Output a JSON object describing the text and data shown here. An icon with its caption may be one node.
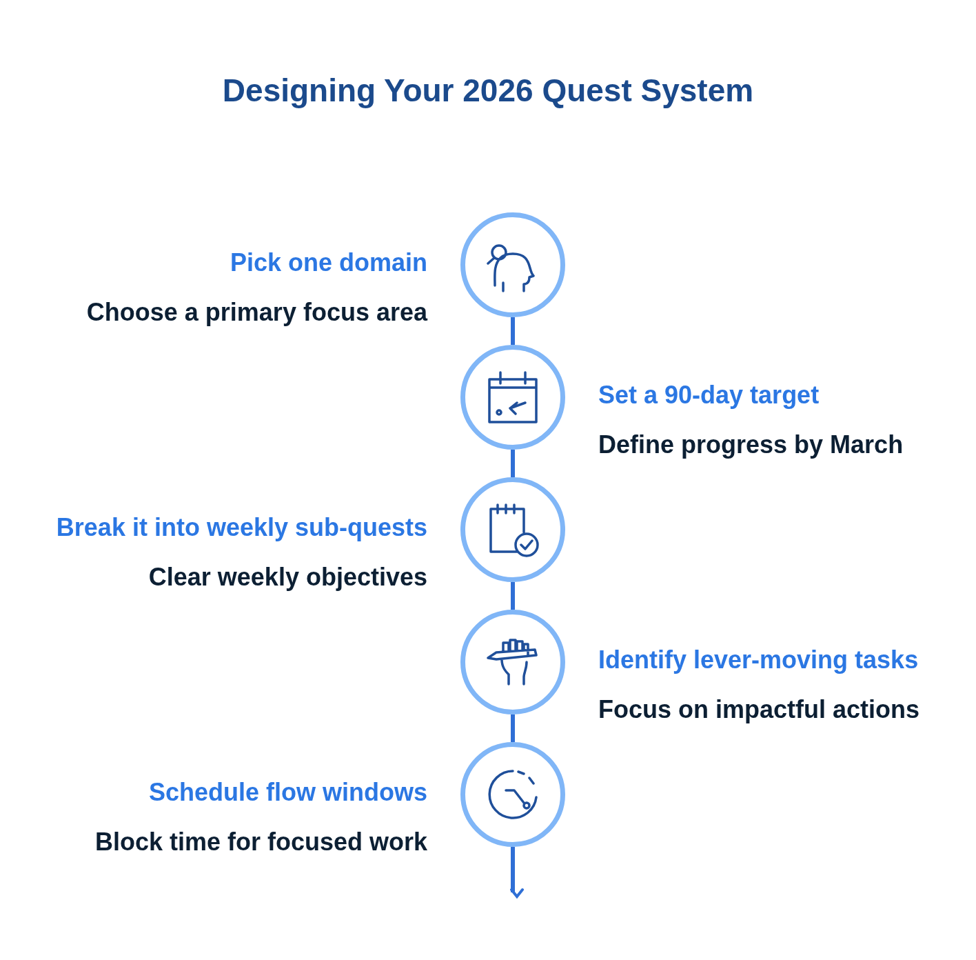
{
  "diagram": {
    "title": "Designing Your 2026 Quest System",
    "nodes": [
      {
        "text": [],
        "shape": "circle",
        "beside": [
          "Pick one domain",
          "Choose a primary focus area"
        ]
      },
      {
        "text": [],
        "shape": "circle",
        "beside": [
          "Set a 90-day target",
          "Define progress by March"
        ]
      },
      {
        "text": [],
        "shape": "circle",
        "beside": [
          "Break it into weekly sub-quests",
          "Clear weekly objectives"
        ]
      },
      {
        "text": [],
        "shape": "circle",
        "beside": [
          "Identify lever-moving tasks",
          "Focus on impactful actions"
        ]
      },
      {
        "text": [],
        "shape": "circle",
        "beside": [
          "Schedule flow windows",
          "Block time for focused work"
        ]
      }
    ],
    "edges": [
      {
        "from": 0,
        "to": 1,
        "arrow": "none"
      },
      {
        "from": 1,
        "to": 2,
        "arrow": "none"
      },
      {
        "from": 2,
        "to": 3,
        "arrow": "none"
      },
      {
        "from": 3,
        "to": 4,
        "arrow": "none"
      },
      {
        "from": 4,
        "to": null,
        "arrow": "to"
      }
    ]
  }
}
